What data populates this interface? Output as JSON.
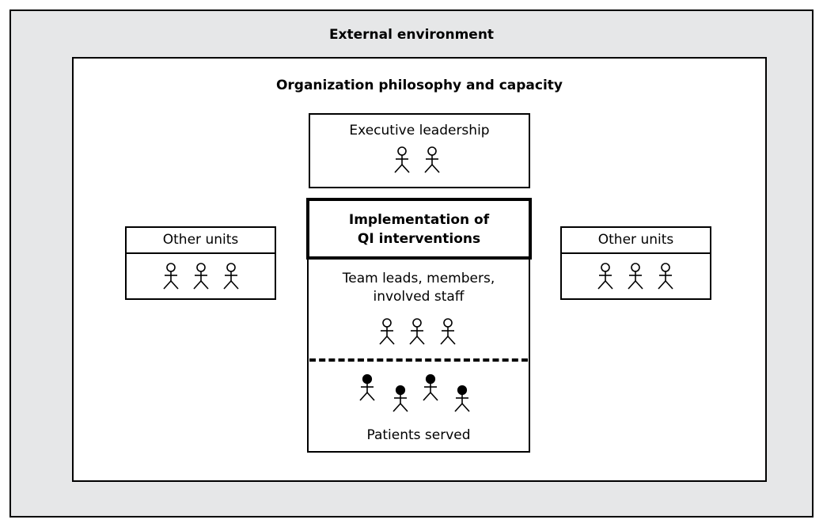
{
  "external_environment": {
    "label": "External environment"
  },
  "organization": {
    "label": "Organization philosophy and capacity"
  },
  "executive": {
    "label": "Executive leadership",
    "people": 2
  },
  "left_units": {
    "label": "Other units",
    "people": 3
  },
  "right_units": {
    "label": "Other units",
    "people": 3
  },
  "qi": {
    "line1": "Implementation of",
    "line2": "QI interventions"
  },
  "team": {
    "line1": "Team leads, members,",
    "line2": "involved staff",
    "people": 3
  },
  "patients": {
    "label": "Patients served",
    "people": 4
  },
  "colors": {
    "outer_background": "#e6e7e8",
    "box_background": "#ffffff",
    "stroke": "#000000"
  },
  "icons": {
    "staff": "stick-figure-open-head-icon",
    "patient": "stick-figure-filled-head-icon"
  }
}
